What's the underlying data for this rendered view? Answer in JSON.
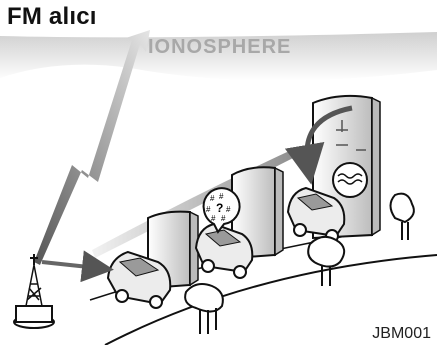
{
  "page": {
    "title": "FM alıcı",
    "figure_code": "JBM001"
  },
  "diagram": {
    "ionosphere_label": "IONOSPHERE",
    "interference_symbols": [
      "#",
      "#",
      "?",
      "#",
      "#",
      "#",
      "#"
    ],
    "colors": {
      "sky": "#d6d6d6",
      "ionosphere_text": "#a8a8a8",
      "signal_arrow": "#7a7a7a",
      "outline": "#111111",
      "building_shade": "#cfcfcf"
    }
  }
}
